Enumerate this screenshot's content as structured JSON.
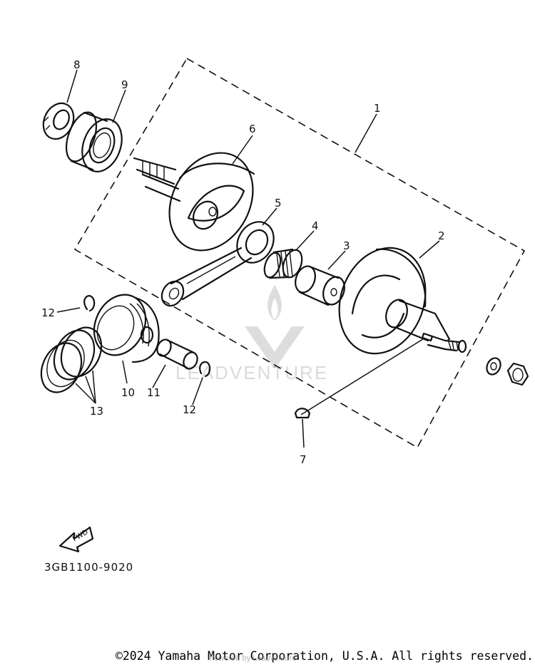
{
  "diagram": {
    "callouts": {
      "c1": "1",
      "c2": "2",
      "c3": "3",
      "c4": "4",
      "c5": "5",
      "c6": "6",
      "c7": "7",
      "c8": "8",
      "c9": "9",
      "c10": "10",
      "c11": "11",
      "c12a": "12",
      "c12b": "12",
      "c13": "13"
    },
    "fwd_label": "FWD",
    "part_code": "3GB1100-9020"
  },
  "watermark": {
    "text": "LEADVENTURE"
  },
  "footer": {
    "copyright": "©2024 Yamaha Motor Corporation, U.S.A. All rights reserved.",
    "overlay": "Powered by Leadventure"
  }
}
